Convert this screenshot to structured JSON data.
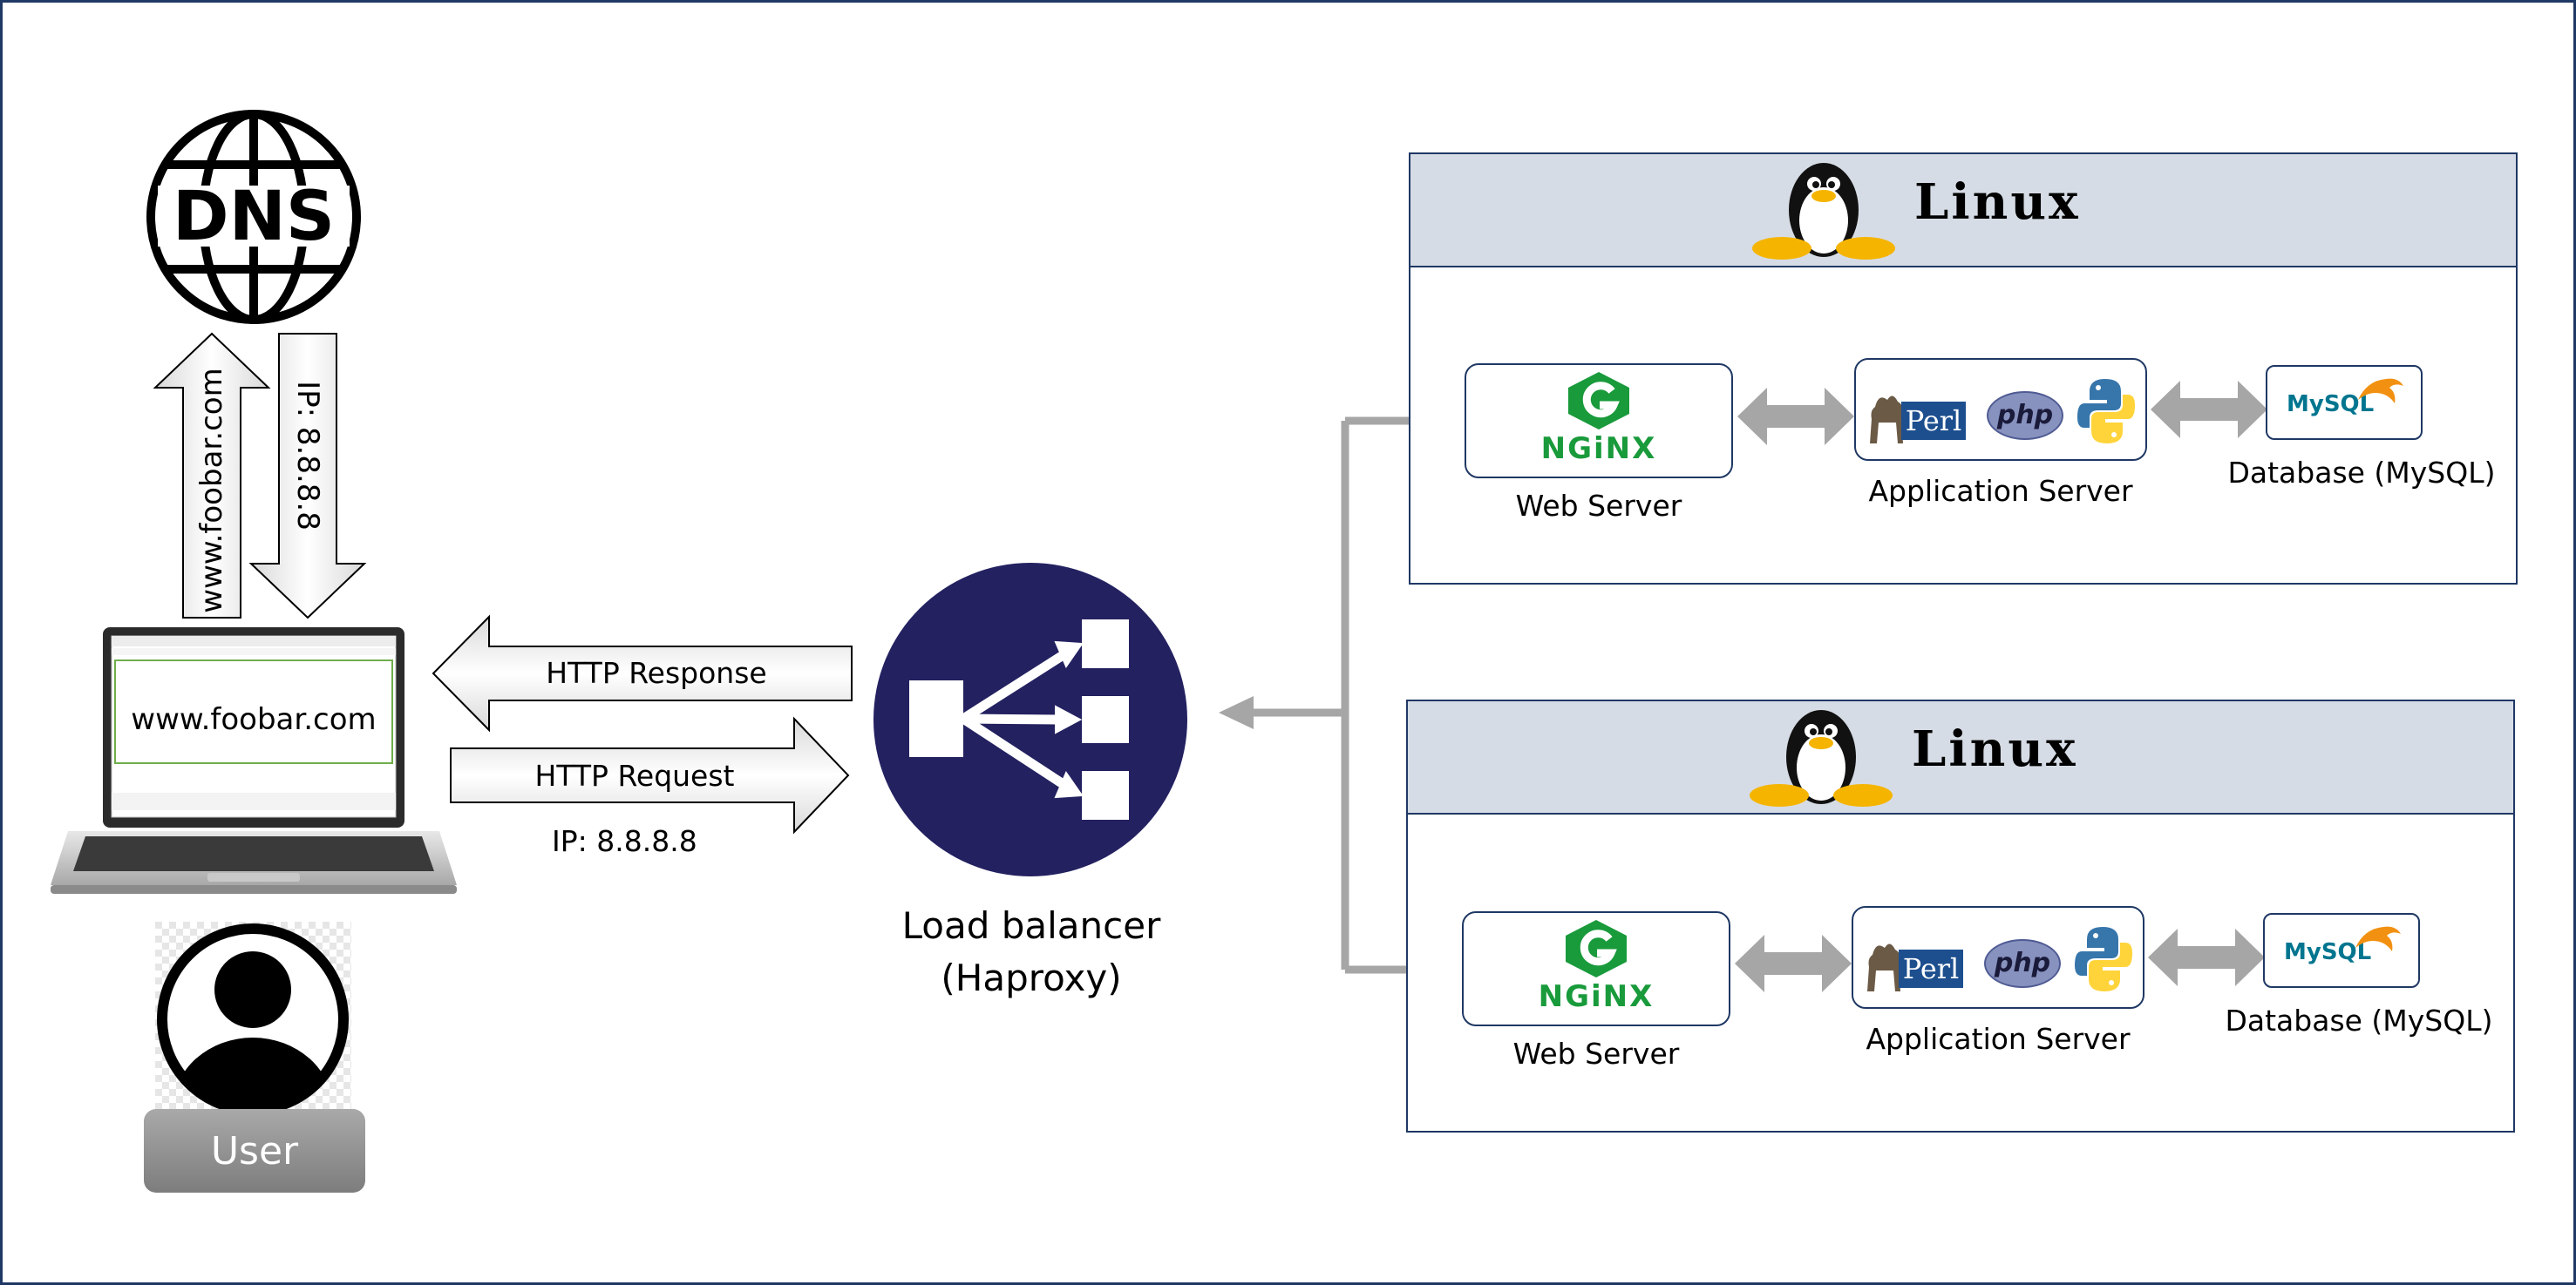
{
  "dns": {
    "label": "DNS"
  },
  "dns_query": {
    "label": "www.foobar.com"
  },
  "dns_answer": {
    "label": "IP: 8.8.8.8"
  },
  "laptop": {
    "screen_text": "www.foobar.com"
  },
  "user": {
    "label": "User"
  },
  "http": {
    "response_label": "HTTP Response",
    "request_label": "HTTP Request",
    "ip_label": "IP: 8.8.8.8"
  },
  "load_balancer": {
    "line1": "Load balancer",
    "line2": "(Haproxy)"
  },
  "servers": [
    {
      "os_label": "Linux",
      "web": {
        "logo_text": "NGiNX",
        "label": "Web Server"
      },
      "app": {
        "perl_text": "Perl",
        "php_text": "php",
        "label": "Application Server"
      },
      "db": {
        "logo_text": "MySQL",
        "label": "Database (MySQL)"
      }
    },
    {
      "os_label": "Linux",
      "web": {
        "logo_text": "NGiNX",
        "label": "Web Server"
      },
      "app": {
        "perl_text": "Perl",
        "php_text": "php",
        "label": "Application Server"
      },
      "db": {
        "logo_text": "MySQL",
        "label": "Database (MySQL)"
      }
    }
  ],
  "colors": {
    "frame": "#1f3864",
    "load_balancer": "#232160",
    "linux_header": "#d6dce5",
    "connector": "#a6a6a6",
    "nginx": "#199a3b"
  }
}
